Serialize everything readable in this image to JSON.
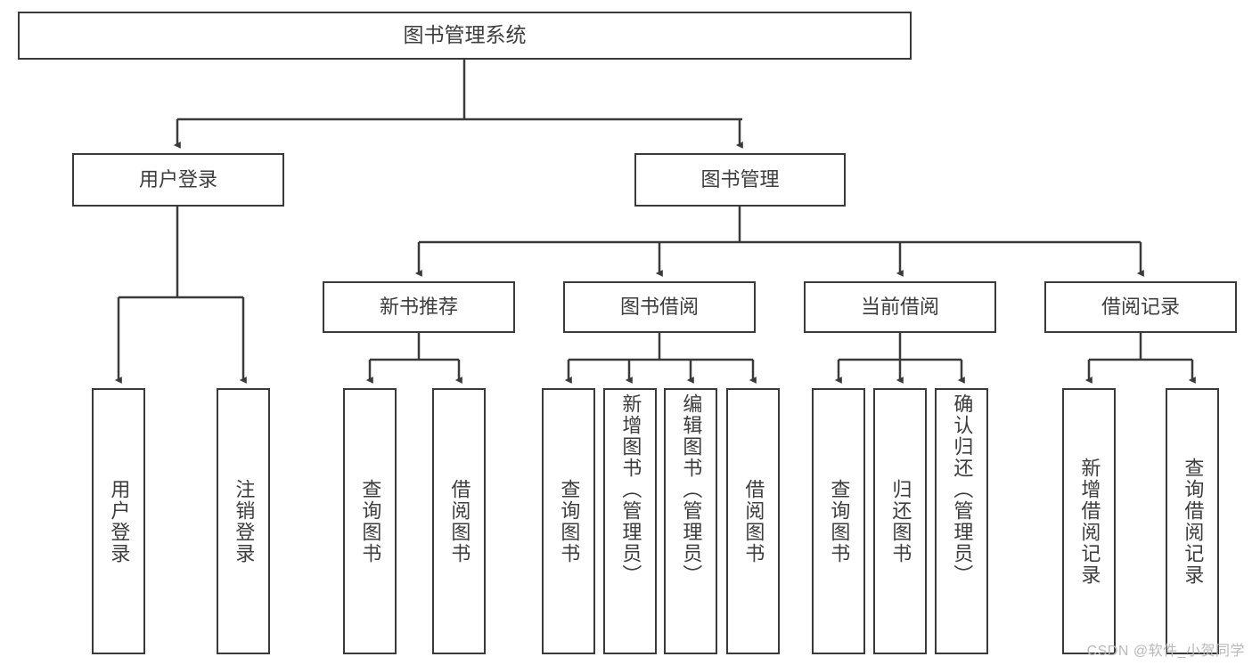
{
  "diagram": {
    "title": "图书管理系统",
    "type": "hierarchy-tree",
    "root": {
      "id": "root",
      "label": "图书管理系统"
    },
    "level2": [
      {
        "id": "user-login",
        "label": "用户登录"
      },
      {
        "id": "book-management",
        "label": "图书管理"
      }
    ],
    "level3": [
      {
        "id": "new-book-recommend",
        "label": "新书推荐"
      },
      {
        "id": "book-borrow",
        "label": "图书借阅"
      },
      {
        "id": "current-borrow",
        "label": "当前借阅"
      },
      {
        "id": "borrow-record",
        "label": "借阅记录"
      }
    ],
    "leaves": [
      {
        "id": "leaf-user-login",
        "label": "用户登录",
        "parent": "user-login"
      },
      {
        "id": "leaf-logout",
        "label": "注销登录",
        "parent": "user-login"
      },
      {
        "id": "leaf-query-book-1",
        "label": "查询图书",
        "parent": "new-book-recommend"
      },
      {
        "id": "leaf-borrow-book-1",
        "label": "借阅图书",
        "parent": "new-book-recommend"
      },
      {
        "id": "leaf-query-book-2",
        "label": "查询图书",
        "parent": "book-borrow"
      },
      {
        "id": "leaf-add-book",
        "label": "新增图书（管理员）",
        "parent": "book-borrow"
      },
      {
        "id": "leaf-edit-book",
        "label": "编辑图书（管理员）",
        "parent": "book-borrow"
      },
      {
        "id": "leaf-borrow-book-2",
        "label": "借阅图书",
        "parent": "book-borrow"
      },
      {
        "id": "leaf-query-book-3",
        "label": "查询图书",
        "parent": "current-borrow"
      },
      {
        "id": "leaf-return-book",
        "label": "归还图书",
        "parent": "current-borrow"
      },
      {
        "id": "leaf-confirm-return",
        "label": "确认归还（管理员）",
        "parent": "current-borrow"
      },
      {
        "id": "leaf-add-record",
        "label": "新增借阅记录",
        "parent": "borrow-record"
      },
      {
        "id": "leaf-query-record",
        "label": "查询借阅记录",
        "parent": "borrow-record"
      }
    ],
    "watermark": "CSDN @软件_小贺同学",
    "colors": {
      "border": "#3a3a3a",
      "text": "#3d3d3d",
      "background": "#ffffff",
      "watermark": "#b9b9b9"
    }
  }
}
